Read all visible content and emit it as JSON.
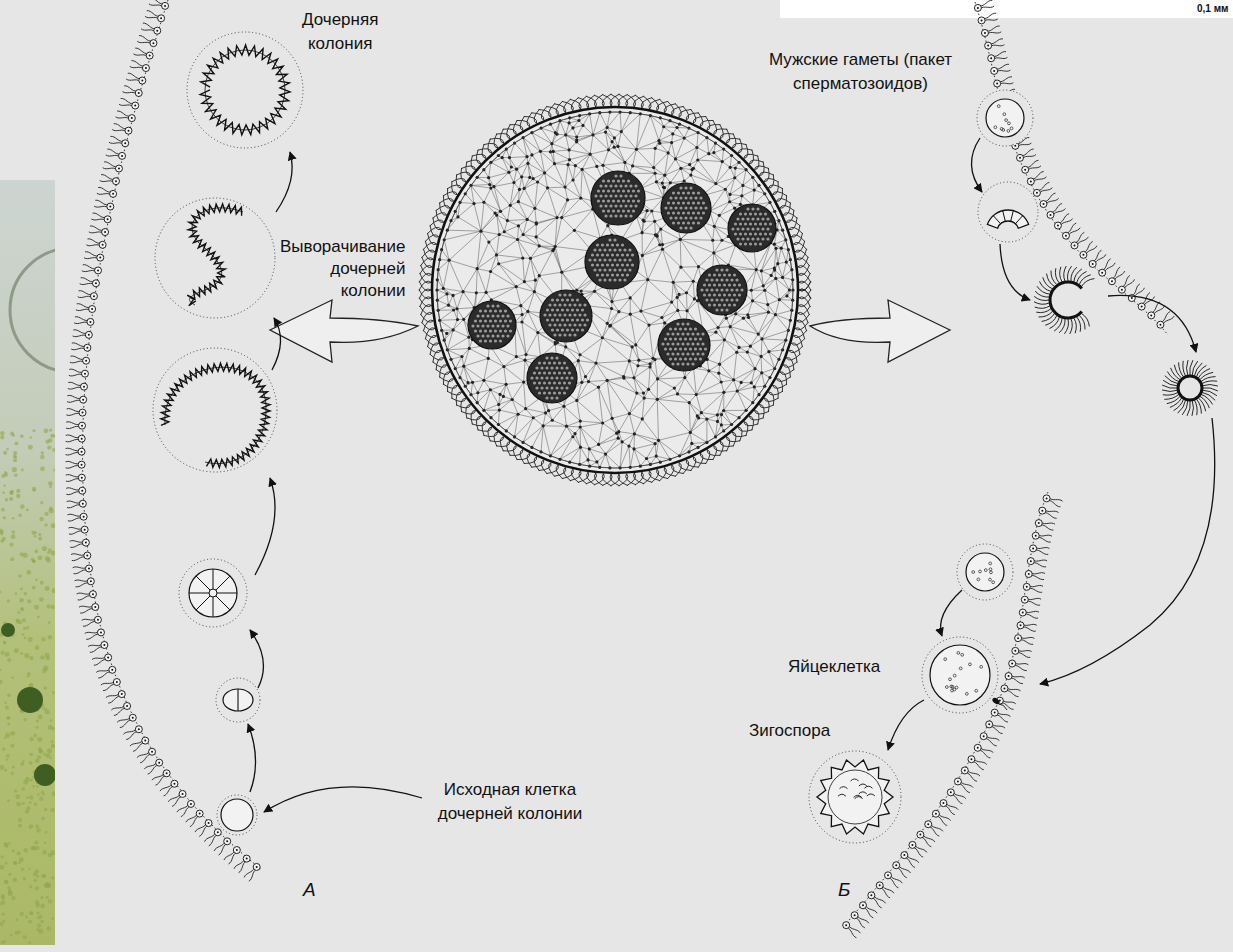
{
  "diagram": {
    "labels": [
      "0,1 мм",
      "Дочерняя колония",
      "Мужские гаметы (пакет сперматозоидов)",
      "Выворачивание дочерней колонии",
      "Яйцеклетка",
      "Зигоспора",
      "Исходная клетка дочерней колонии",
      "А",
      "Б"
    ]
  }
}
